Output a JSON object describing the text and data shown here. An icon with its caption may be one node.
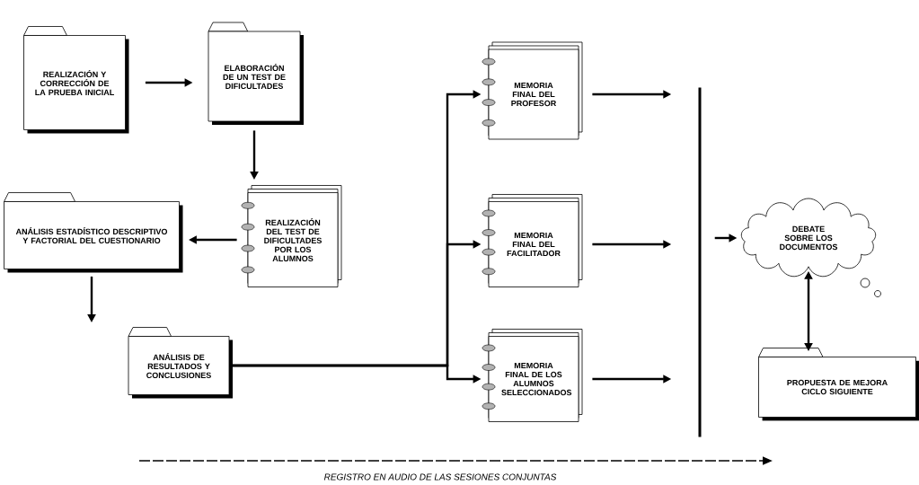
{
  "diagram": {
    "nodes": [
      {
        "text": [
          "REALIZACIÓN Y CORRECCIÓN DE LA PRUEBA INICIAL"
        ]
      },
      {
        "text": [
          "ELABORACIÓN DE UN TEST DE DIFICULTADES"
        ]
      },
      {
        "text": [
          "REALIZACIÓN DEL TEST DE DIFICULTADES POR LOS ALUMNOS"
        ]
      },
      {
        "text": [
          "ANÁLISIS ESTADÍSTICO DESCRIPTIVO Y FACTORIAL DEL CUESTIONARIO"
        ]
      },
      {
        "text": [
          "ANÁLISIS DE RESULTADOS Y CONCLUSIONES"
        ]
      },
      {
        "text": [
          "MEMORIA FINAL DEL PROFESOR"
        ]
      },
      {
        "text": [
          "MEMORIA FINAL DEL FACILITADOR"
        ]
      },
      {
        "text": [
          "MEMORIA FINAL DE LOS ALUMNOS SELECCIONADOS"
        ]
      },
      {
        "text": [],
        "shape": "bar"
      },
      {
        "text": [
          "DEBATE SOBRE LOS DOCUMENTOS"
        ]
      },
      {
        "text": [
          "PROPUESTA DE MEJORA CICLO SIGUIENTE"
        ]
      }
    ],
    "edges": [
      {
        "from": 0,
        "to": 1,
        "arrow": "to"
      },
      {
        "from": 1,
        "to": 2,
        "arrow": "to"
      },
      {
        "from": 2,
        "to": 3,
        "arrow": "to"
      },
      {
        "from": 3,
        "to": 4,
        "arrow": "to"
      },
      {
        "from": 4,
        "to": 5,
        "arrow": "to"
      },
      {
        "from": 4,
        "to": 6,
        "arrow": "to"
      },
      {
        "from": 4,
        "to": 7,
        "arrow": "to"
      },
      {
        "from": 5,
        "to": 8,
        "arrow": "to"
      },
      {
        "from": 6,
        "to": 8,
        "arrow": "to"
      },
      {
        "from": 7,
        "to": 8,
        "arrow": "to"
      },
      {
        "from": 8,
        "to": 9,
        "arrow": "to"
      },
      {
        "from": 9,
        "to": 10,
        "arrow": "both"
      }
    ],
    "labels": [
      "REGISTRO EN AUDIO DE LAS SESIONES CONJUNTAS"
    ]
  }
}
